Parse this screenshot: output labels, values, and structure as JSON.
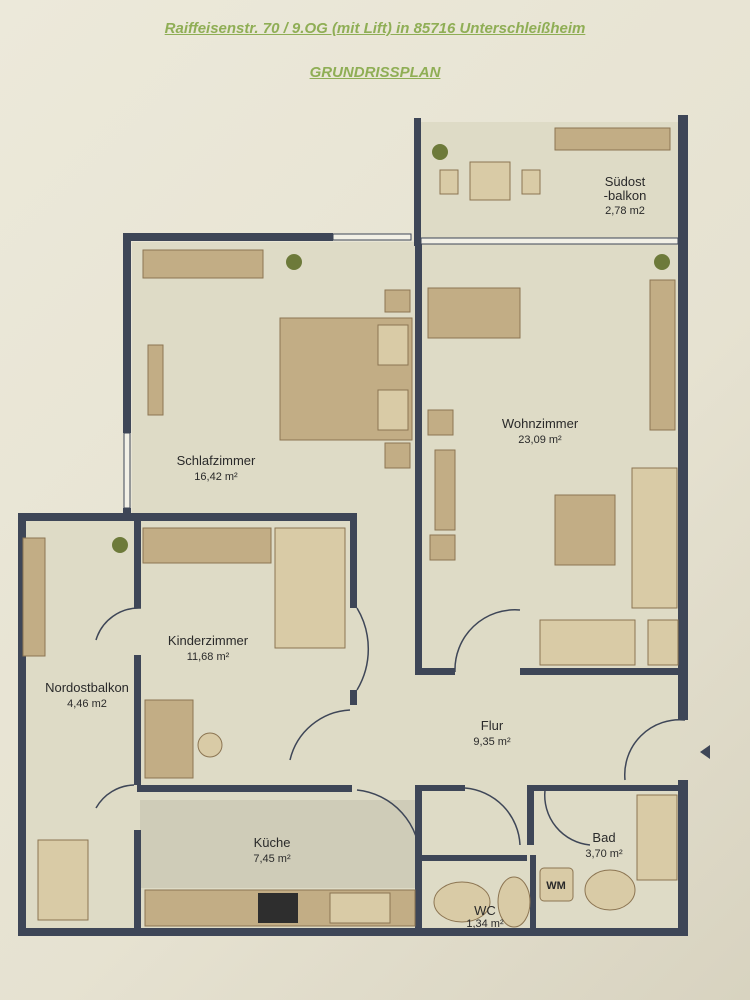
{
  "header": {
    "address": "Raiffeisenstr. 70 / 9.OG (mit Lift) in 85716 Unterschleißheim",
    "title": "GRUNDRISSPLAN"
  },
  "rooms": {
    "suedostbalkon": {
      "name_line1": "Südost",
      "name_line2": "-balkon",
      "area": "2,78 m2"
    },
    "schlafzimmer": {
      "name": "Schlafzimmer",
      "area": "16,42 m²"
    },
    "wohnzimmer": {
      "name": "Wohnzimmer",
      "area": "23,09 m²"
    },
    "kinderzimmer": {
      "name": "Kinderzimmer",
      "area": "11,68 m²"
    },
    "nordostbalkon": {
      "name": "Nordostbalkon",
      "area": "4,46 m2"
    },
    "flur": {
      "name": "Flur",
      "area": "9,35 m²"
    },
    "kueche": {
      "name": "Küche",
      "area": "7,45 m²"
    },
    "bad": {
      "name": "Bad",
      "area": "3,70 m²"
    },
    "wc": {
      "name": "WC",
      "area": "1,34 m²"
    }
  },
  "fixtures": {
    "washing_machine": "WM"
  },
  "colors": {
    "title": "#8fae55",
    "wall": "#3e4657",
    "floor": "#dedbc6",
    "furniture": "#c2ad85"
  }
}
